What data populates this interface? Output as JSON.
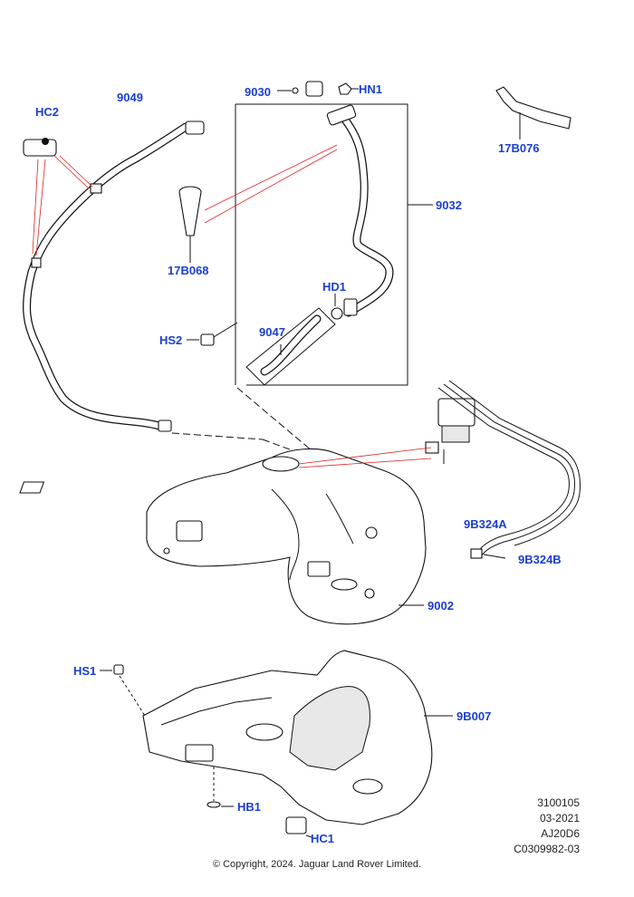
{
  "labels": {
    "hc2": "HC2",
    "p9049": "9049",
    "p9030": "9030",
    "hn1": "HN1",
    "p17b076": "17B076",
    "p9032": "9032",
    "p17b068": "17B068",
    "hd1": "HD1",
    "hs2": "HS2",
    "p9047": "9047",
    "p9b324a": "9B324A",
    "p9b324b": "9B324B",
    "p9002": "9002",
    "hs1": "HS1",
    "p9b007": "9B007",
    "hb1": "HB1",
    "hc1": "HC1"
  },
  "reference": {
    "line1": "3100105",
    "line2": "03-2021",
    "line3": "AJ20D6",
    "line4": "C0309982-03"
  },
  "copyright": "© Copyright, 2024. Jaguar Land Rover Limited.",
  "colors": {
    "label": "#1b3fd1",
    "leader_red": "#d22222",
    "line": "#111111"
  }
}
